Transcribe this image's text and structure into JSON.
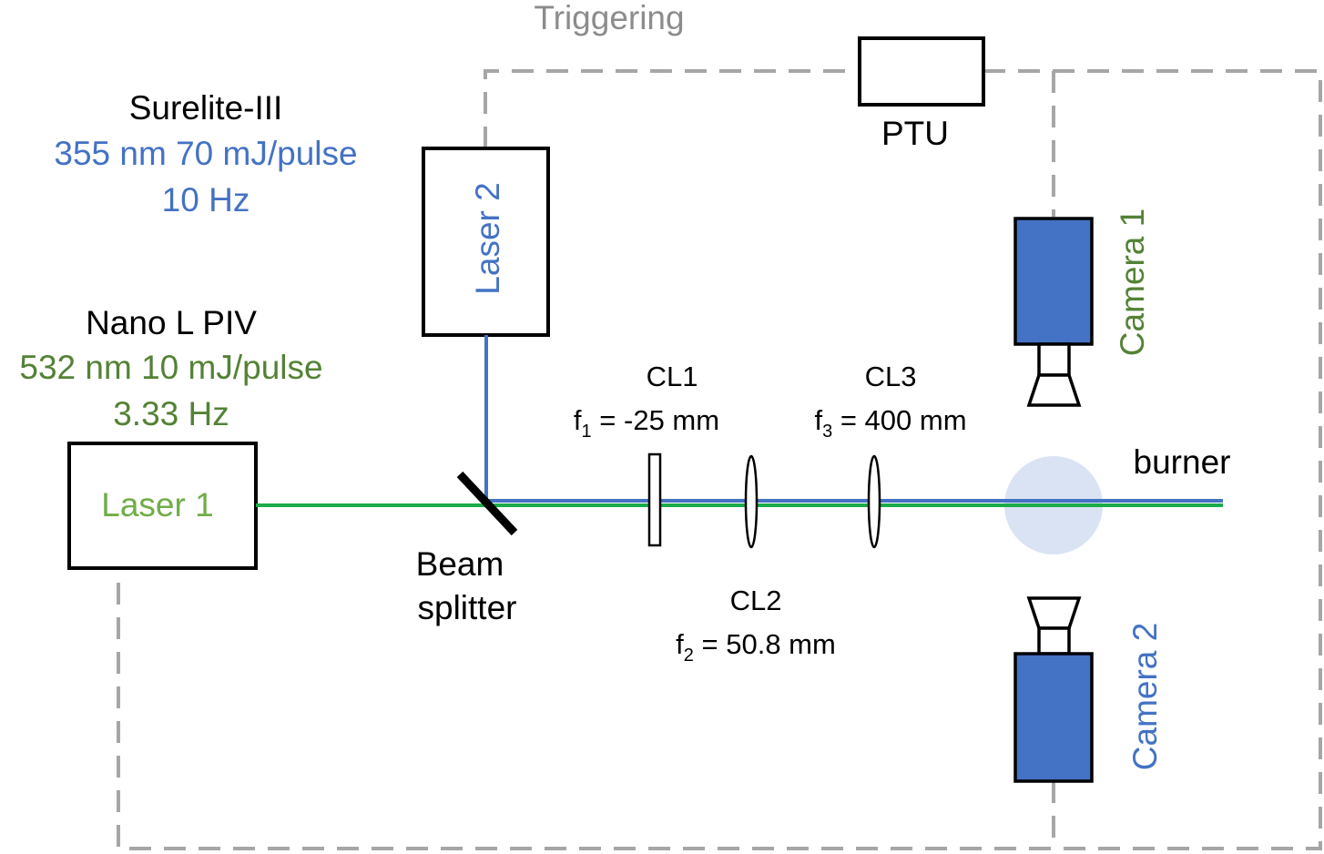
{
  "triggering": {
    "label": "Triggering"
  },
  "ptu": {
    "label": "PTU"
  },
  "laser2": {
    "label": "Laser 2",
    "name": "Surelite-III",
    "spec": "355 nm 70 mJ/pulse",
    "rate": "10 Hz"
  },
  "laser1": {
    "label": "Laser 1",
    "name": "Nano L PIV",
    "spec": "532 nm 10 mJ/pulse",
    "rate": "3.33 Hz"
  },
  "beam_splitter": {
    "line1": "Beam",
    "line2": "splitter"
  },
  "cl1": {
    "name": "CL1",
    "f_symbol": "f",
    "f_sub": "1",
    "f_rest": " = -25 mm"
  },
  "cl2": {
    "name": "CL2",
    "f_symbol": "f",
    "f_sub": "2",
    "f_rest": " = 50.8 mm"
  },
  "cl3": {
    "name": "CL3",
    "f_symbol": "f",
    "f_sub": "3",
    "f_rest": " = 400 mm"
  },
  "burner": {
    "label": "burner"
  },
  "camera1": {
    "label": "Camera 1"
  },
  "camera2": {
    "label": "Camera 2"
  },
  "colors": {
    "blue": "#4472c4",
    "green": "#1aab4a",
    "green_text": "#548235",
    "laser1_text": "#70ad47",
    "dash": "#a6a6a6",
    "burner": "#dae3f3"
  }
}
